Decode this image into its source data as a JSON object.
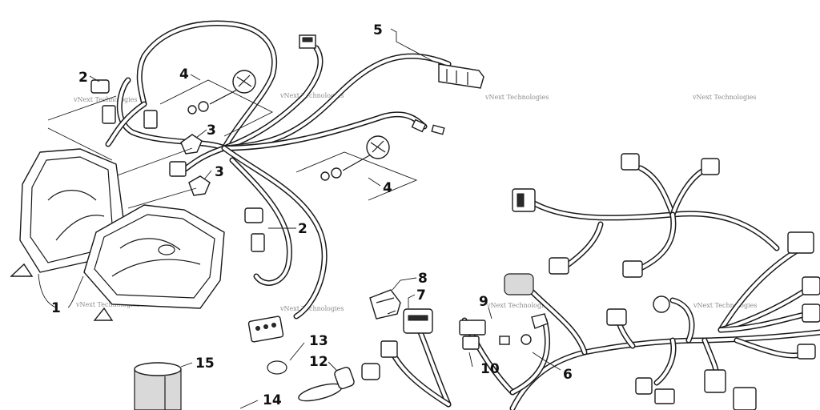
{
  "diagram": {
    "callouts": {
      "c1": "1",
      "c2a": "2",
      "c2b": "2",
      "c3a": "3",
      "c3b": "3",
      "c4a": "4",
      "c4b": "4",
      "c5": "5",
      "c6": "6",
      "c7": "7",
      "c8": "8",
      "c9": "9",
      "c10": "10",
      "c12": "12",
      "c13": "13",
      "c14": "14",
      "c15": "15"
    },
    "watermark": "vNext Technologies"
  }
}
